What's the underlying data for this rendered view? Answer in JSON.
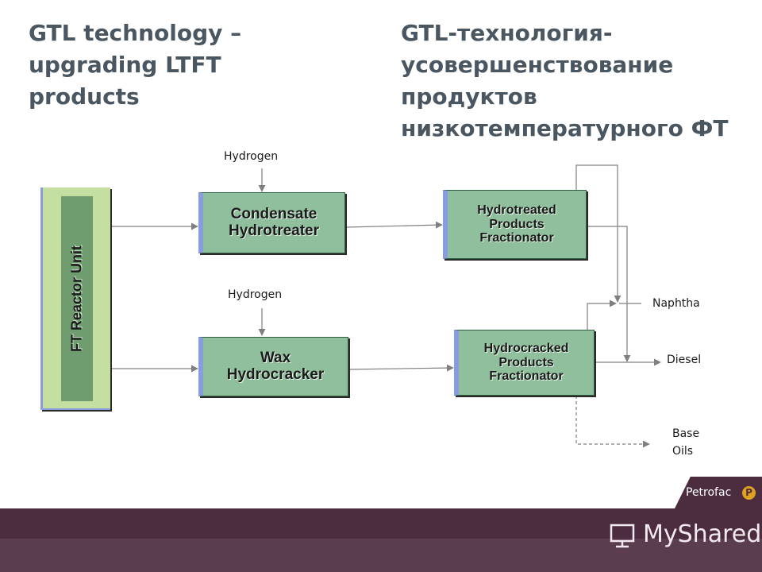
{
  "titles": {
    "english": [
      "GTL technology –",
      "upgrading LTFT",
      "products"
    ],
    "russian": [
      "GTL-технология-",
      "усовершенствование",
      "продуктов",
      "низкотемпературного  ФТ"
    ]
  },
  "diagram": {
    "reactor": "FT Reactor Unit",
    "hydrogen_top": "Hydrogen",
    "hydrogen_bottom": "Hydrogen",
    "condensate_hydrotreater": [
      "Condensate",
      "Hydrotreater"
    ],
    "wax_hydrocracker": [
      "Wax",
      "Hydrocracker"
    ],
    "hydrotreated_fractionator": [
      "Hydrotreated",
      "Products",
      "Fractionator"
    ],
    "hydrocracked_fractionator": [
      "Hydrocracked",
      "Products",
      "Fractionator"
    ],
    "products": {
      "naphtha": "Naphtha",
      "diesel": "Diesel",
      "base_oils": [
        "Base",
        "Oils"
      ]
    }
  },
  "footer": {
    "brand": "Petrofac",
    "brand_logo_letter": "P",
    "watermark": "MyShared"
  },
  "colors": {
    "title": "#4a5660",
    "box_fill": "#8fbf9c",
    "reactor_outer": "#c4dfa0",
    "reactor_inner": "#6f9d6f",
    "footer": "#4b2d3f",
    "arrow": "#7f7f7f"
  }
}
